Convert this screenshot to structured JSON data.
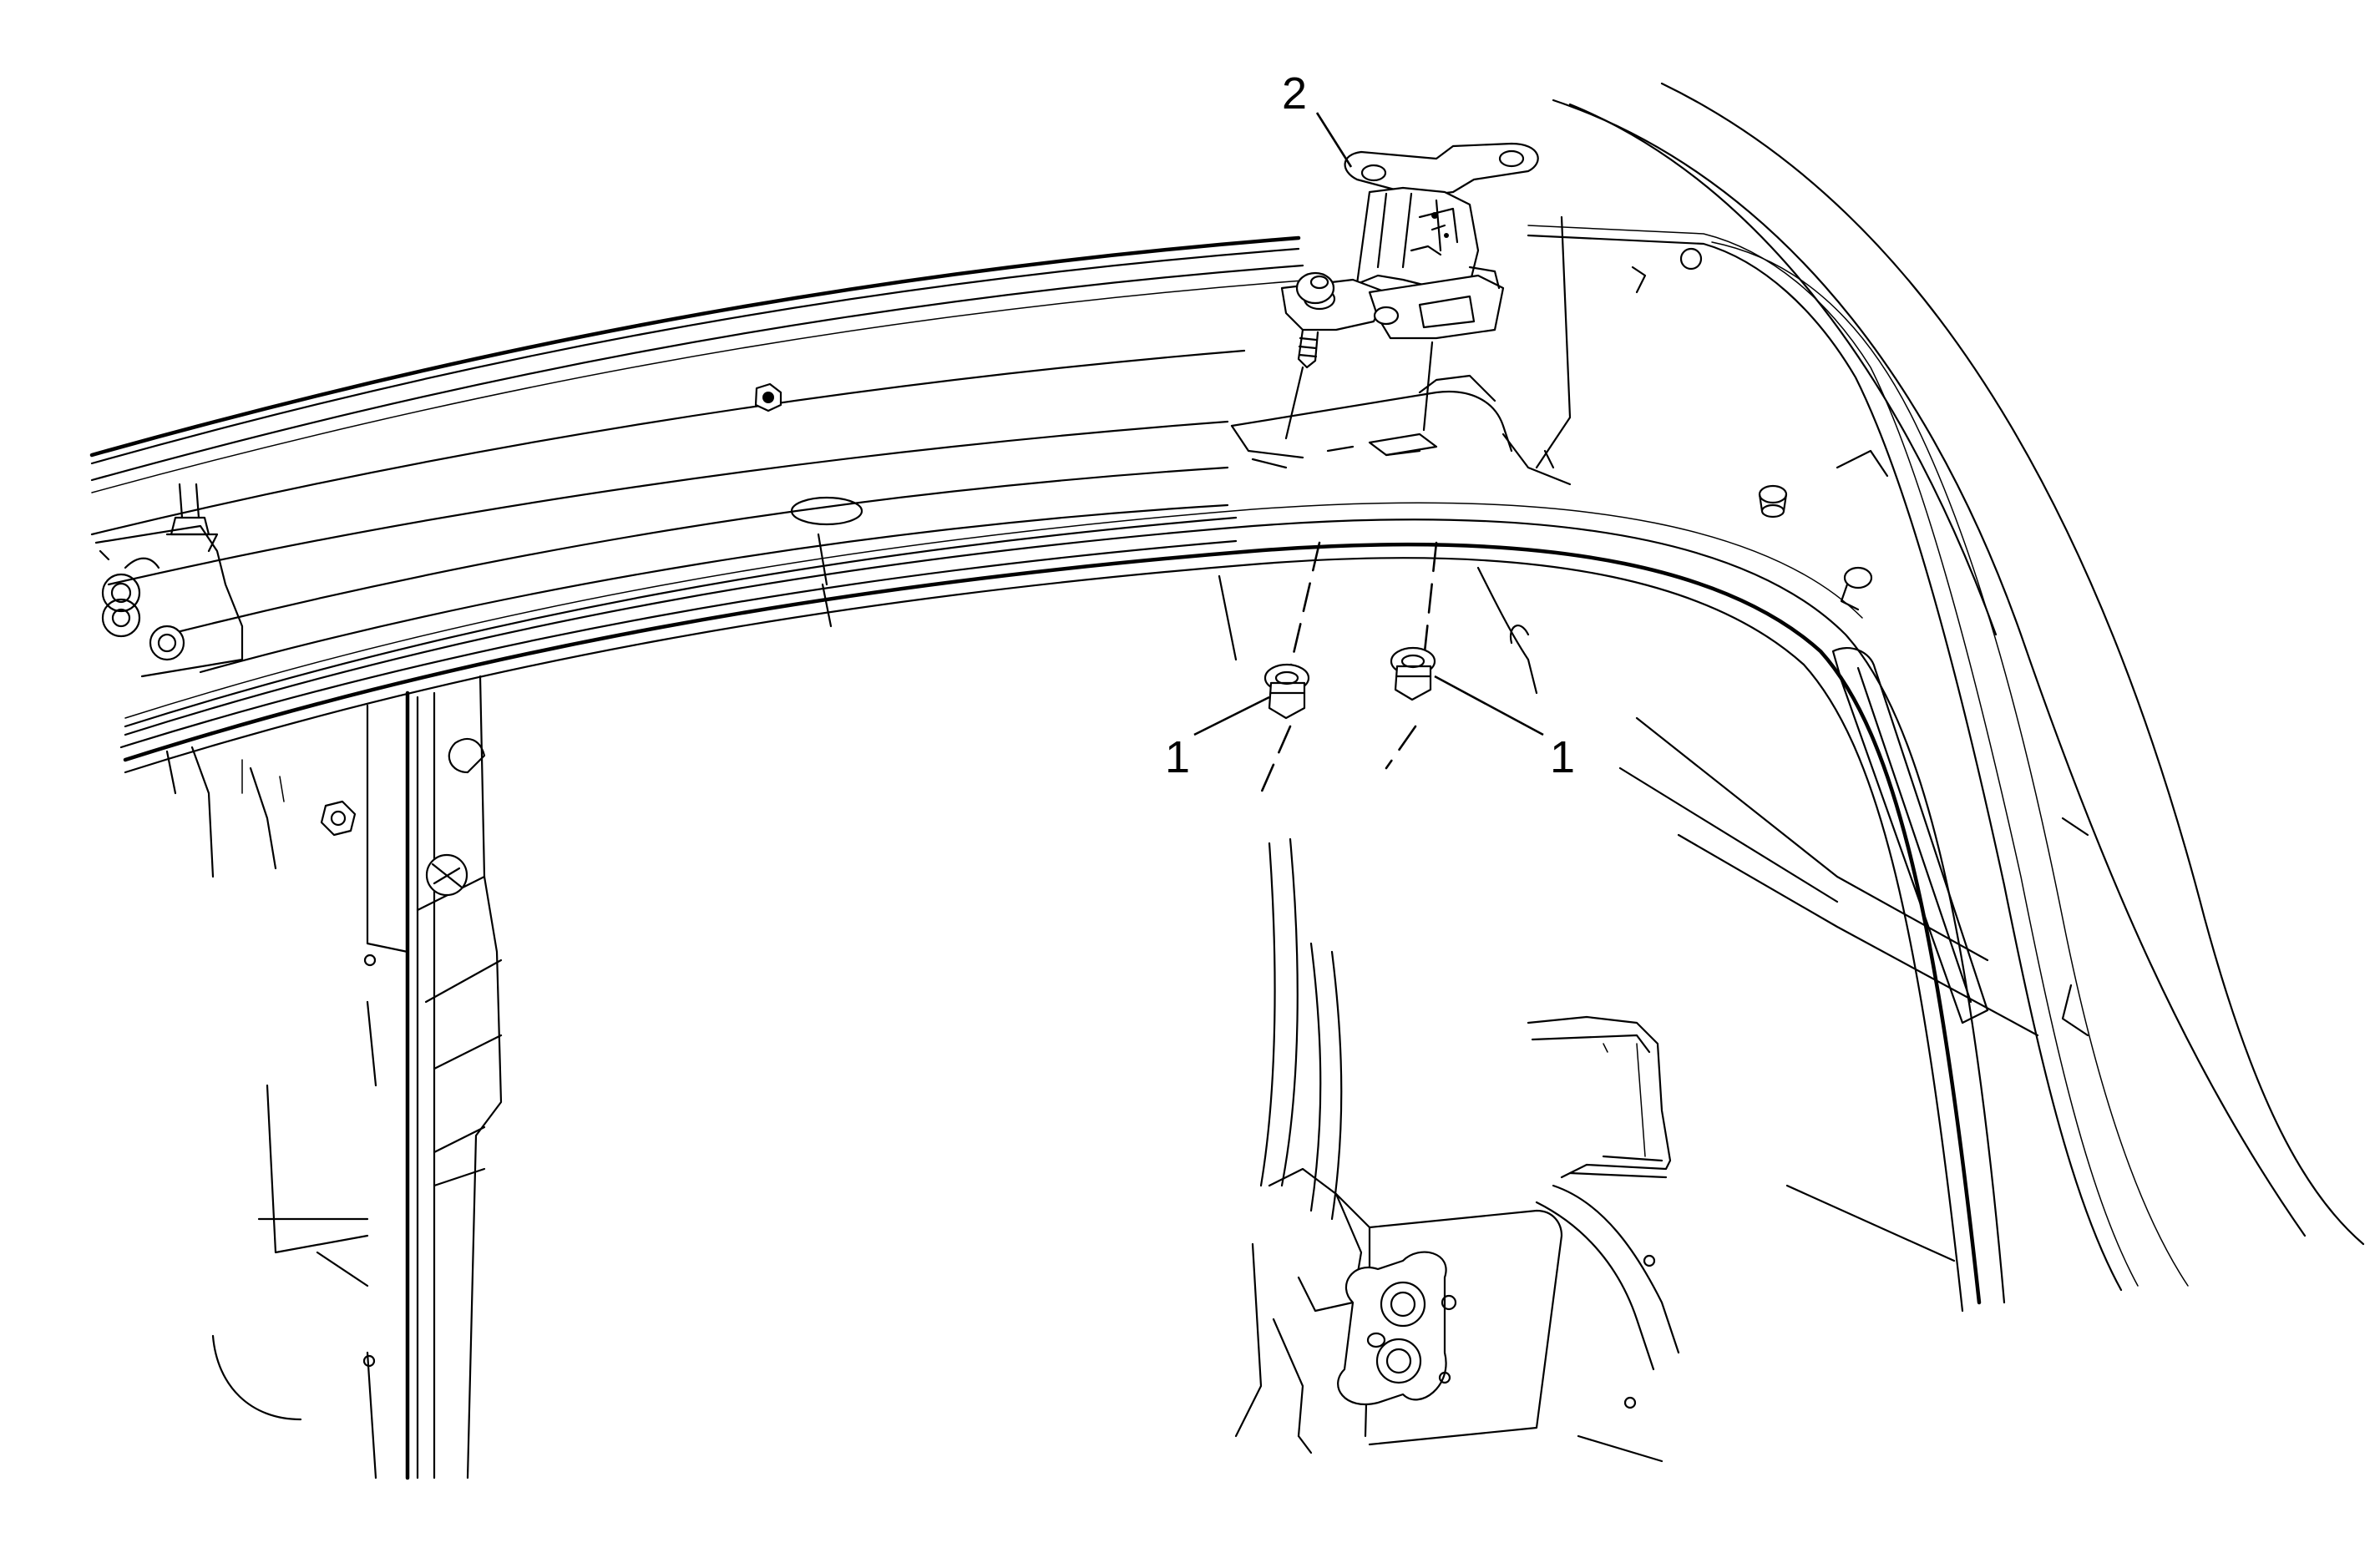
{
  "callouts": [
    {
      "id": "nut-left",
      "text": "1"
    },
    {
      "id": "nut-right",
      "text": "1"
    },
    {
      "id": "hinge",
      "text": "2"
    }
  ],
  "colors": {
    "line": "#000000",
    "background": "#ffffff"
  }
}
